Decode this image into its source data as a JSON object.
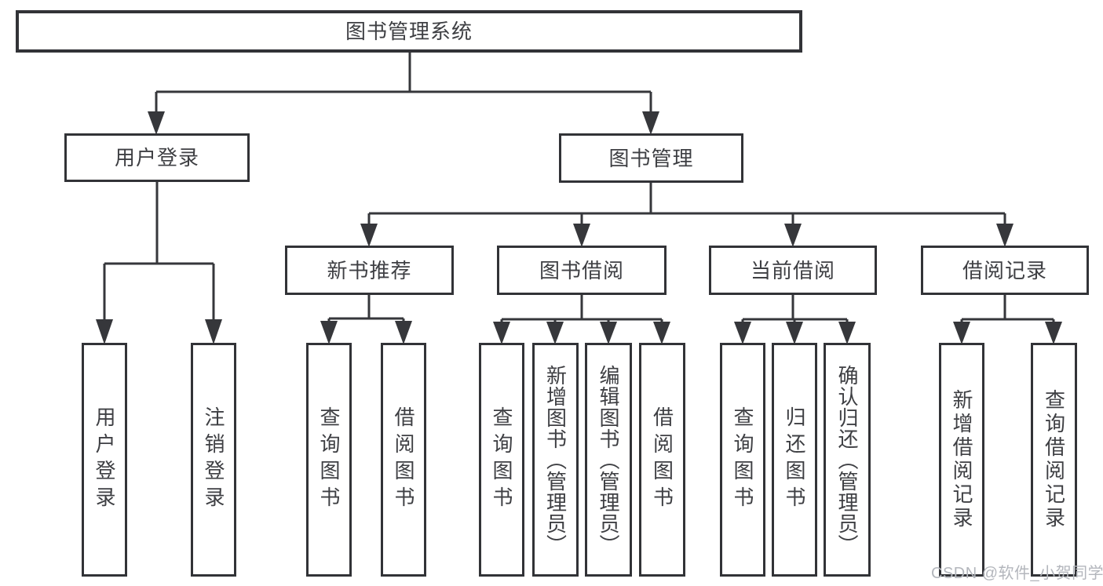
{
  "diagram": {
    "root": "图书管理系统",
    "branches": [
      {
        "label": "用户登录",
        "children": [
          "用户登录",
          "注销登录"
        ]
      },
      {
        "label": "图书管理",
        "sections": [
          {
            "label": "新书推荐",
            "children": [
              "查询图书",
              "借阅图书"
            ]
          },
          {
            "label": "图书借阅",
            "children": [
              "查询图书",
              "新增图书（管理员）",
              "编辑图书（管理员）",
              "借阅图书"
            ]
          },
          {
            "label": "当前借阅",
            "children": [
              "查询图书",
              "归还图书",
              "确认归还（管理员）"
            ]
          },
          {
            "label": "借阅记录",
            "children": [
              "新增借阅记录",
              "查询借阅记录"
            ]
          }
        ]
      }
    ]
  },
  "watermark": "CSDN @软件_小贺同学",
  "colors": {
    "line": "#36373b",
    "box_border": "#323337",
    "text": "#3e3f43",
    "watermark": "#b3b6bc",
    "background": "#ffffff"
  }
}
